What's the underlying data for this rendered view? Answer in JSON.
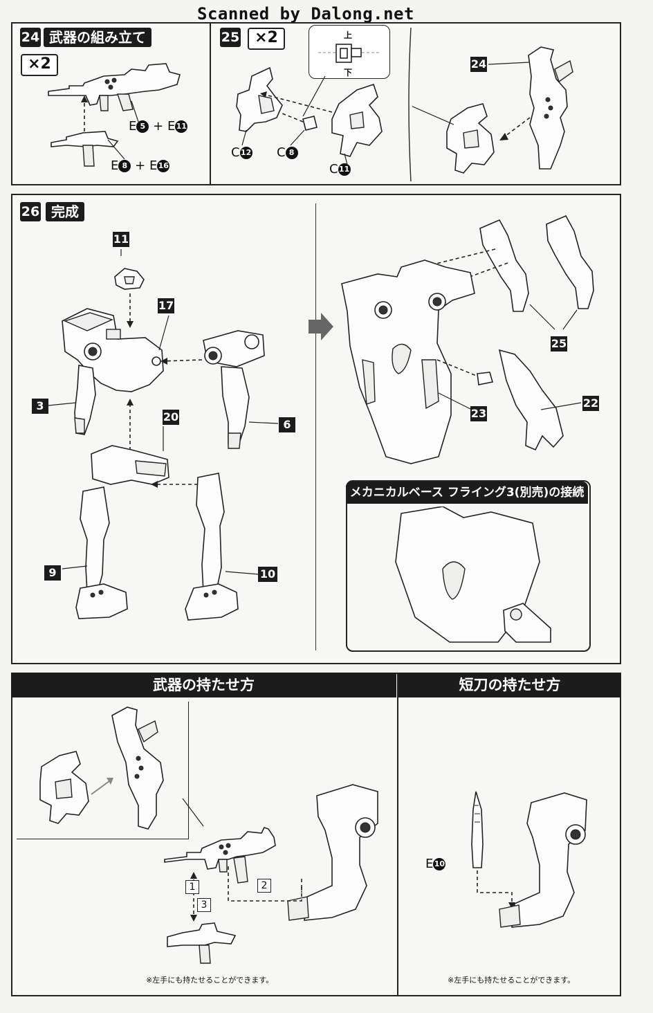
{
  "watermark": "Scanned by Dalong.net",
  "step24": {
    "number": "24",
    "title": "武器の組み立て",
    "multiplier": "×2",
    "parts": [
      {
        "prefix": "E",
        "a": "5",
        "b": "11"
      },
      {
        "prefix": "E",
        "a": "8",
        "b": "16"
      }
    ]
  },
  "step25": {
    "number": "25",
    "multiplier": "×2",
    "orient_top": "上",
    "orient_bottom": "下",
    "parts": [
      {
        "prefix": "C",
        "n": "12"
      },
      {
        "prefix": "C",
        "n": "8"
      },
      {
        "prefix": "C",
        "n": "11"
      }
    ],
    "ref_callout": "24"
  },
  "step26": {
    "number": "26",
    "title": "完成",
    "callouts": [
      "11",
      "17",
      "3",
      "6",
      "20",
      "9",
      "10",
      "25",
      "23",
      "22"
    ],
    "subpanel_title": "メカニカルベース フライング3(別売)の接続"
  },
  "weapon_hold": {
    "title": "武器の持たせ方",
    "steps": [
      "1",
      "2",
      "3"
    ],
    "note": "※左手にも持たせることができます。"
  },
  "knife_hold": {
    "title": "短刀の持たせ方",
    "part": {
      "prefix": "E",
      "n": "10"
    },
    "note": "※左手にも持たせることができます。"
  },
  "plus": "+"
}
